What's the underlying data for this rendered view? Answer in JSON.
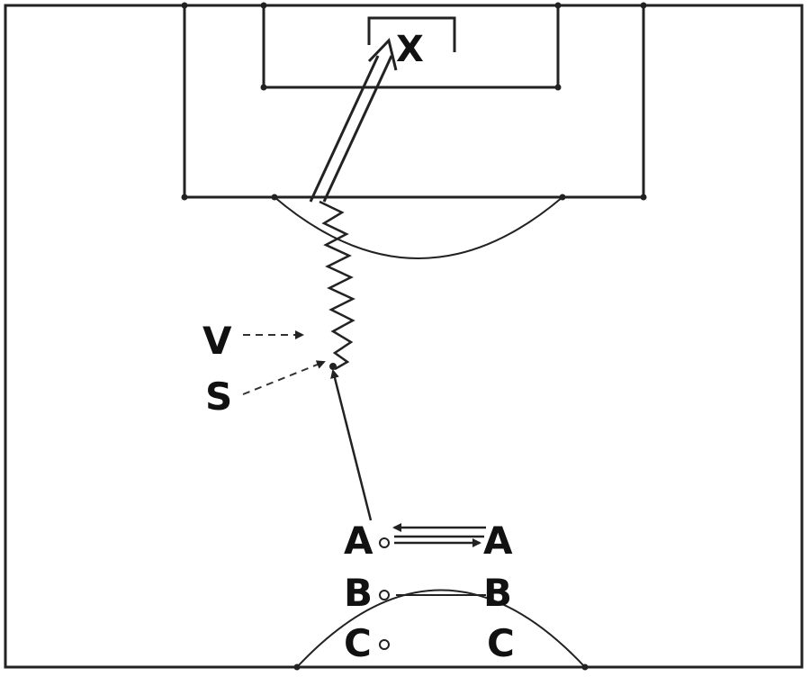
{
  "diagram": {
    "goal_marker": "X",
    "labels": {
      "v": "V",
      "s": "S"
    },
    "players_left": [
      "A",
      "B",
      "C"
    ],
    "players_right": [
      "A",
      "B",
      "C"
    ]
  }
}
